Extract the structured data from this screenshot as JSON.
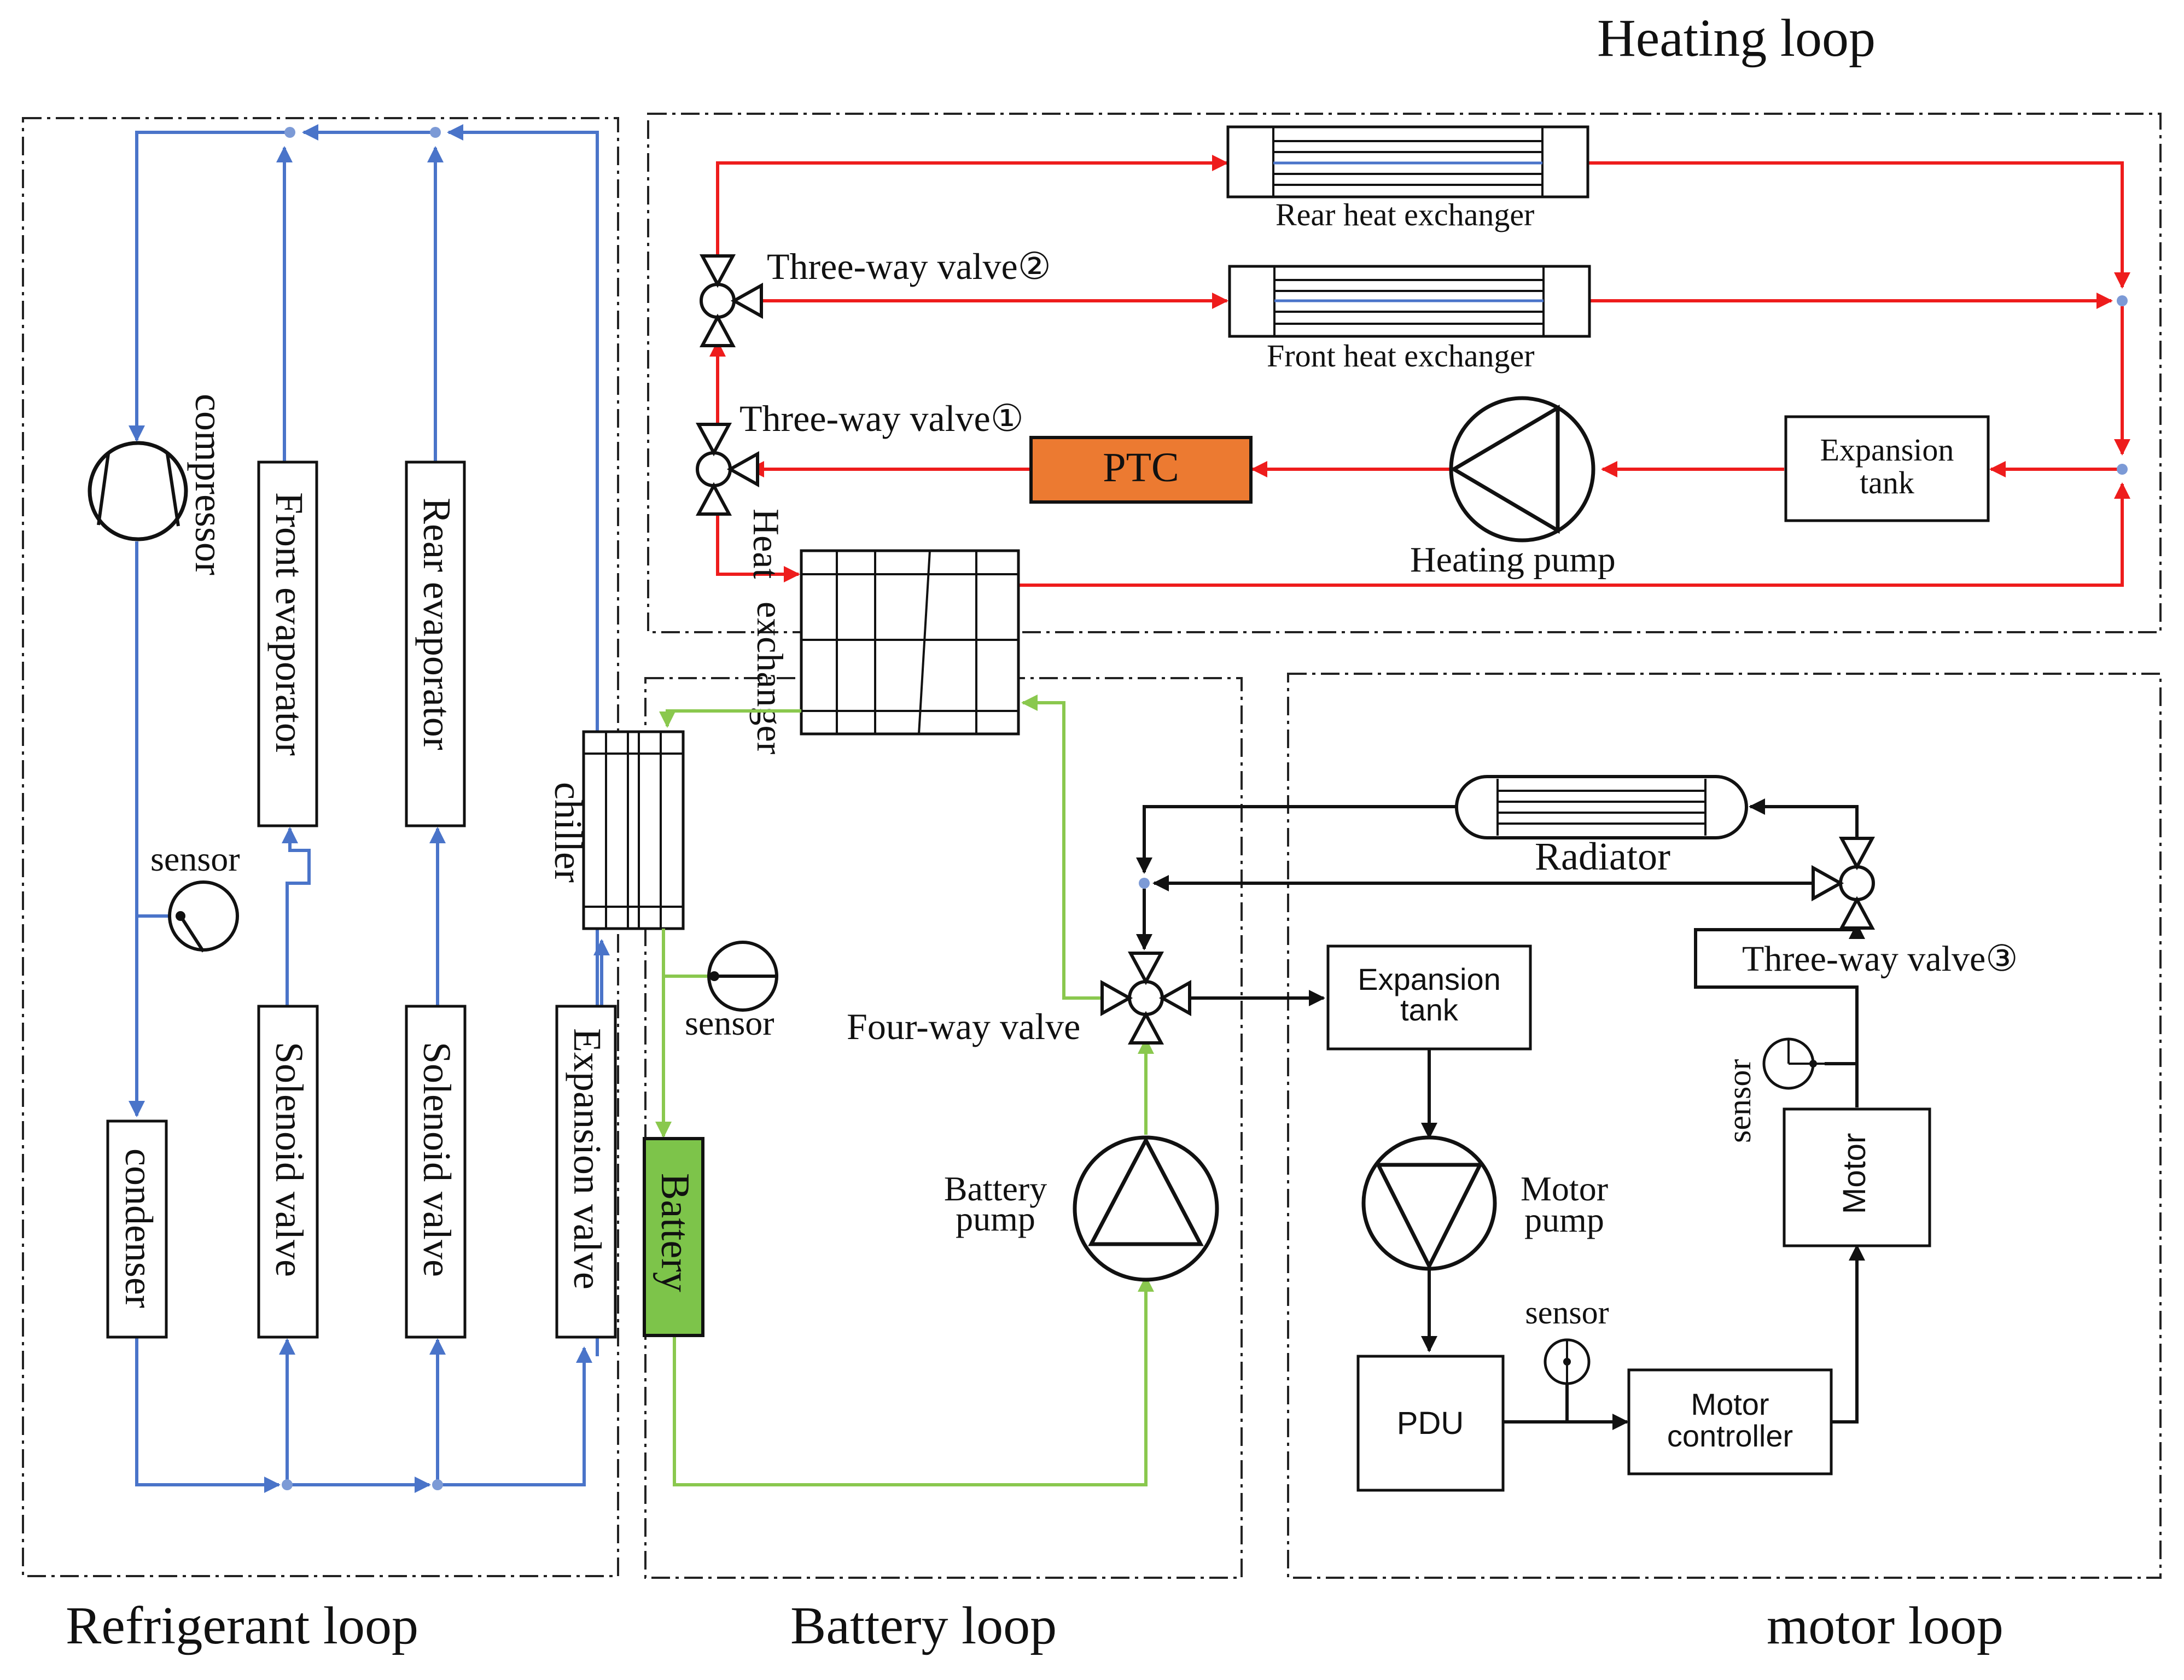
{
  "regions": {
    "heating": "Heating loop",
    "refrigerant": "Refrigerant loop",
    "battery": "Battery loop",
    "motor": "motor loop"
  },
  "refrigerant": {
    "compressor": "compressor",
    "front_evaporator": "Front evaporator",
    "rear_evaporator": "Rear evaporator",
    "sensor": "sensor",
    "condenser": "condenser",
    "solenoid_valve_1": "Solenoid valve",
    "solenoid_valve_2": "Solenoid valve",
    "expansion_valve": "Expansion valve",
    "chiller": "chiller"
  },
  "heating": {
    "rear_hx": "Rear heat exchanger",
    "front_hx": "Front heat exchanger",
    "valve2": "Three-way valve②",
    "valve1": "Three-way valve①",
    "ptc": "PTC",
    "pump": "Heating pump",
    "expansion_tank_line1": "Expansion",
    "expansion_tank_line2": "tank",
    "heat_exchanger_line1": "Heat",
    "heat_exchanger_line2": "exchanger"
  },
  "battery": {
    "sensor": "sensor",
    "battery": "Battery",
    "four_way_valve": "Four-way valve",
    "pump_line1": "Battery",
    "pump_line2": "pump"
  },
  "motor": {
    "radiator": "Radiator",
    "valve3": "Three-way valve③",
    "expansion_tank_line1": "Expansion",
    "expansion_tank_line2": "tank",
    "pump_line1": "Motor",
    "pump_line2": "pump",
    "sensor_left": "sensor",
    "sensor_bottom": "sensor",
    "motor": "Motor",
    "pdu": "PDU",
    "controller_line1": "Motor",
    "controller_line2": "controller"
  },
  "colors": {
    "refrigerant": "#4a74c9",
    "heating": "#ee1c1c",
    "battery": "#8ac84e",
    "motor": "#111111",
    "ptc_fill": "#ec7a31",
    "battery_fill": "#7dc44a"
  }
}
